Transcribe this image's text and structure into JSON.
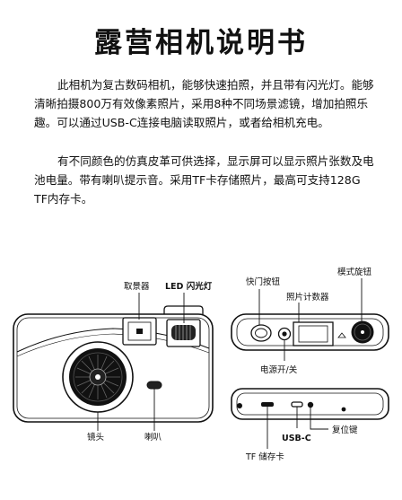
{
  "title": "露营相机说明书",
  "intro": {
    "p1": "此相机为复古数码相机，能够快速拍照，并且带有闪光灯。能够清晰拍摄800万有效像素照片，采用8种不同场景滤镜，增加拍照乐趣。可以通过USB-C连接电脑读取照片，或者给相机充电。",
    "p2": "有不同颜色的仿真皮革可供选择，显示屏可以显示照片张数及电池电量。带有喇叭提示音。采用TF卡存储照片，最高可支持128G TF内存卡。"
  },
  "labels": {
    "viewfinder": "取景器",
    "flash": "LED 闪光灯",
    "lens": "镜头",
    "speaker": "喇叭",
    "shutter": "快门按钮",
    "counter": "照片计数器",
    "mode_dial": "模式旋钮",
    "power": "电源开/关",
    "tf_slot": "TF 储存卡",
    "usb_c": "USB-C",
    "reset": "复位键"
  }
}
